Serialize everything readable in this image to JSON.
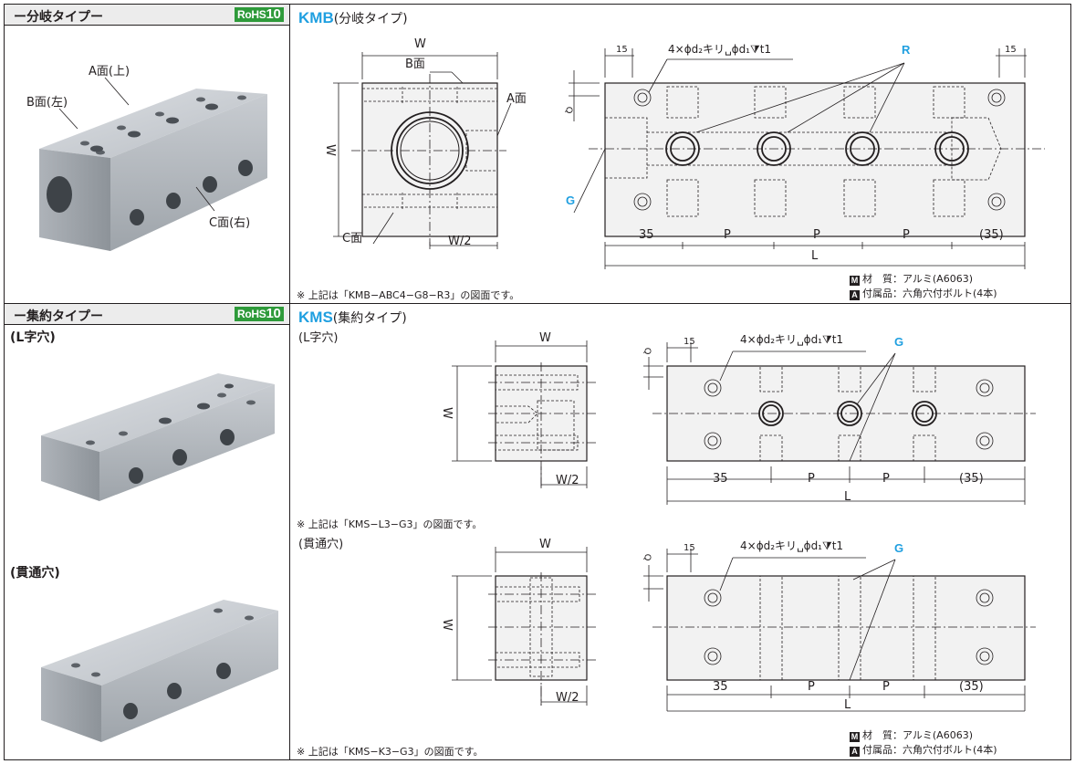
{
  "sections": {
    "kmb": {
      "category_label": "ー分岐タイプー",
      "rohs_prefix": "RoHS",
      "rohs_number": "10",
      "model": "KMB",
      "model_sub": "(分岐タイプ)",
      "photo_labels": {
        "a_face": "A面(上)",
        "b_face": "B面(左)",
        "c_face": "C面(右)"
      },
      "side_view": {
        "w_top": "W",
        "b_face": "B面",
        "a_face": "A面",
        "w_side": "W",
        "c_face": "C面",
        "w_half": "W/2"
      },
      "front_view": {
        "dim_15_left": "15",
        "dim_15_right": "15",
        "hole_note": "4×ϕd₂キリ␣ϕd₁⧩t1",
        "r_label": "R",
        "q_label": "Q",
        "g_label": "G",
        "dim_35": "35",
        "dim_p1": "P",
        "dim_p2": "P",
        "dim_p3": "P",
        "dim_35_end": "(35)",
        "dim_l": "L"
      },
      "note": "※ 上記は「KMB−ABC4−G8−R3」の図面です。",
      "material_line": "材　質：アルミ(A6063)",
      "accessory_line": "付属品：六角穴付ボルト(4本)",
      "m_mark": "M",
      "a_mark": "A"
    },
    "kms": {
      "category_label": "ー集約タイプー",
      "l_hole_label": "(L字穴)",
      "through_label": "(貫通穴)",
      "rohs_prefix": "RoHS",
      "rohs_number": "10",
      "model": "KMS",
      "model_sub": "(集約タイプ)",
      "l_sub": "(L字穴)",
      "through_sub": "(貫通穴)",
      "l_view": {
        "w_top": "W",
        "w_side": "W",
        "w_half": "W/2",
        "dim_15": "15",
        "hole_note": "4×ϕd₂キリ␣ϕd₁⧩t1",
        "g_label": "G",
        "q_label": "Q",
        "dim_35": "35",
        "dim_p1": "P",
        "dim_p2": "P",
        "dim_35_end": "(35)",
        "dim_l": "L"
      },
      "t_view": {
        "w_top": "W",
        "w_side": "W",
        "w_half": "W/2",
        "dim_15": "15",
        "hole_note": "4×ϕd₂キリ␣ϕd₁⧩t1",
        "g_label": "G",
        "q_label": "Q",
        "dim_35": "35",
        "dim_p1": "P",
        "dim_p2": "P",
        "dim_35_end": "(35)",
        "dim_l": "L"
      },
      "note_l": "※ 上記は「KMS−L3−G3」の図面です。",
      "note_t": "※ 上記は「KMS−K3−G3」の図面です。",
      "material_line": "材　質：アルミ(A6063)",
      "accessory_line": "付属品：六角穴付ボルト(4本)",
      "m_mark": "M",
      "a_mark": "A"
    }
  },
  "colors": {
    "accent": "#1f9fe0",
    "rohs": "#2e9a3a",
    "ink": "#231f20",
    "header_bg": "#ececec"
  }
}
